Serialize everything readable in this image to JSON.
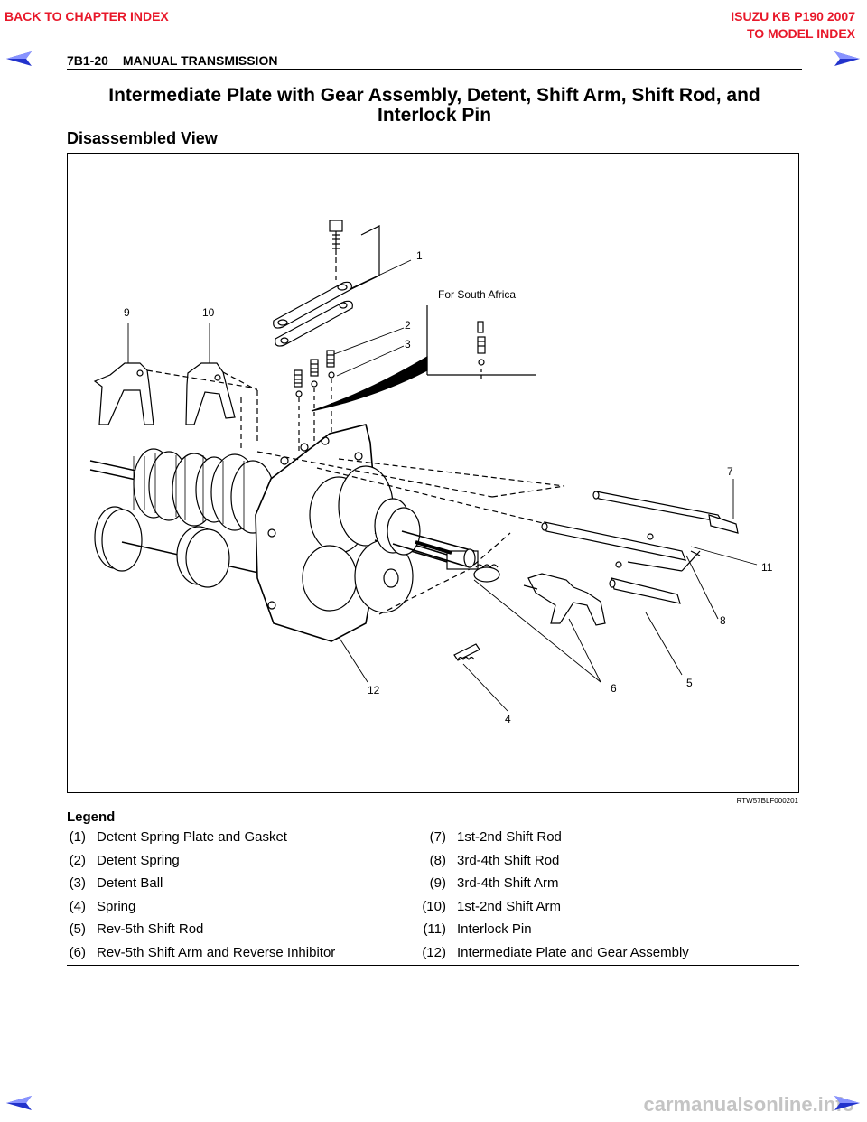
{
  "nav": {
    "back_label": "BACK TO CHAPTER INDEX",
    "model_title": "ISUZU KB P190 2007",
    "model_index_label": "TO MODEL INDEX",
    "prev_icon": "left-arrow-icon",
    "next_icon": "right-arrow-icon"
  },
  "header": {
    "page_number": "7B1-20",
    "section_title": "MANUAL TRANSMISSION"
  },
  "title": {
    "line1": "Intermediate Plate with Gear Assembly, Detent, Shift Arm, Shift Rod, and",
    "line2": "Interlock Pin"
  },
  "subtitle": "Disassembled View",
  "figure": {
    "note": "For South Africa",
    "code": "RTW57BLF000201",
    "callouts": [
      "1",
      "2",
      "3",
      "4",
      "5",
      "6",
      "7",
      "8",
      "9",
      "10",
      "11",
      "12"
    ]
  },
  "legend": {
    "title": "Legend",
    "items": [
      {
        "num": "(1)",
        "label": "Detent Spring Plate and Gasket"
      },
      {
        "num": "(2)",
        "label": "Detent Spring"
      },
      {
        "num": "(3)",
        "label": "Detent Ball"
      },
      {
        "num": "(4)",
        "label": "Spring"
      },
      {
        "num": "(5)",
        "label": "Rev-5th Shift Rod"
      },
      {
        "num": "(6)",
        "label": "Rev-5th Shift Arm and Reverse Inhibitor"
      },
      {
        "num": "(7)",
        "label": "1st-2nd Shift Rod"
      },
      {
        "num": "(8)",
        "label": "3rd-4th Shift Rod"
      },
      {
        "num": "(9)",
        "label": "3rd-4th Shift Arm"
      },
      {
        "num": "(10)",
        "label": "1st-2nd Shift Arm"
      },
      {
        "num": "(11)",
        "label": "Interlock Pin"
      },
      {
        "num": "(12)",
        "label": "Intermediate Plate and Gear Assembly"
      }
    ]
  },
  "watermark": "carmanualsonline.info",
  "colors": {
    "nav": "#e8182a",
    "arrow": "#2233cc"
  }
}
